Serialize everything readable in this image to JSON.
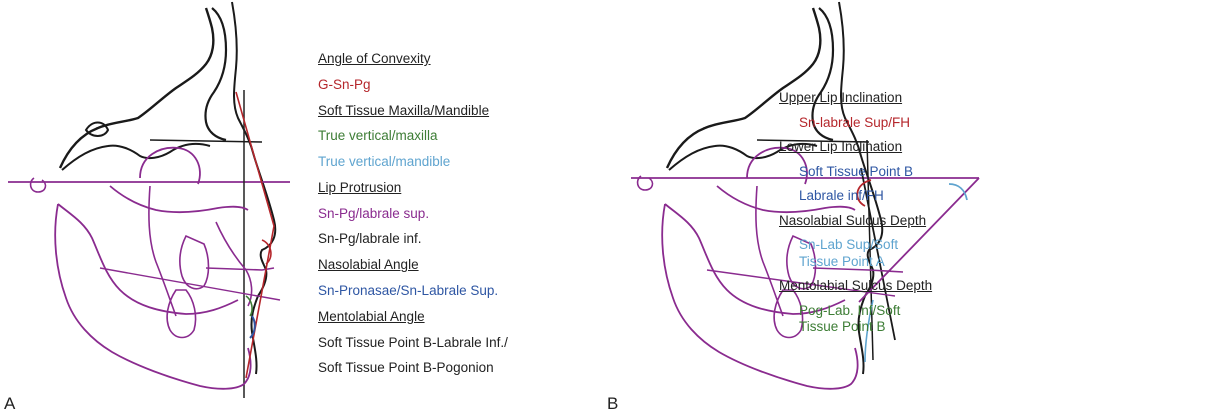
{
  "colors": {
    "bone": "#1a1a1a",
    "soft": "#8a2b8f",
    "red": "#b5262b",
    "green": "#3d7d35",
    "lightblue": "#5fa4cf",
    "blue": "#2e56a3",
    "black": "#222222"
  },
  "panel_a": {
    "letter": "A",
    "legend": [
      {
        "text": "Angle of Convexity",
        "kind": "heading"
      },
      {
        "text": "G-Sn-Pg",
        "color": "red"
      },
      {
        "text": "Soft Tissue Maxilla/Mandible",
        "kind": "heading"
      },
      {
        "text": "True vertical/maxilla",
        "color": "green"
      },
      {
        "text": "True vertical/mandible",
        "color": "lightblue"
      },
      {
        "text": "Lip Protrusion",
        "kind": "heading"
      },
      {
        "text": "Sn-Pg/labrale sup.",
        "color": "soft"
      },
      {
        "text": "Sn-Pg/labrale inf.",
        "color": "black"
      },
      {
        "text": "Nasolabial Angle",
        "kind": "heading"
      },
      {
        "text": "Sn-Pronasae/Sn-Labrale Sup.",
        "color": "blue"
      },
      {
        "text": "Mentolabial Angle",
        "kind": "heading"
      },
      {
        "text": "Soft Tissue Point B-Labrale Inf./",
        "color": "black"
      },
      {
        "text": "Soft Tissue Point B-Pogonion",
        "color": "black"
      }
    ]
  },
  "panel_b": {
    "letter": "B",
    "legend": [
      {
        "text": "Upper Lip Inclination",
        "kind": "heading"
      },
      {
        "text": "Sn-labrale Sup/FH",
        "color": "red"
      },
      {
        "text": "Lower Lip Inclination",
        "kind": "heading"
      },
      {
        "text": "Soft Tissue Point B",
        "color": "blue"
      },
      {
        "text": "Labrale inf/FH",
        "color": "blue"
      },
      {
        "text": "Nasolabial Sulcus Depth",
        "kind": "heading"
      },
      {
        "text": "Sn-Lab Sup/Soft Tissue Point A",
        "color": "lightblue",
        "wrap": true
      },
      {
        "text": "Mentolabial Sulcus Depth",
        "kind": "heading"
      },
      {
        "text": "Pog-Lab. Inf/Soft Tissue Point B",
        "color": "green",
        "wrap": true
      }
    ]
  }
}
